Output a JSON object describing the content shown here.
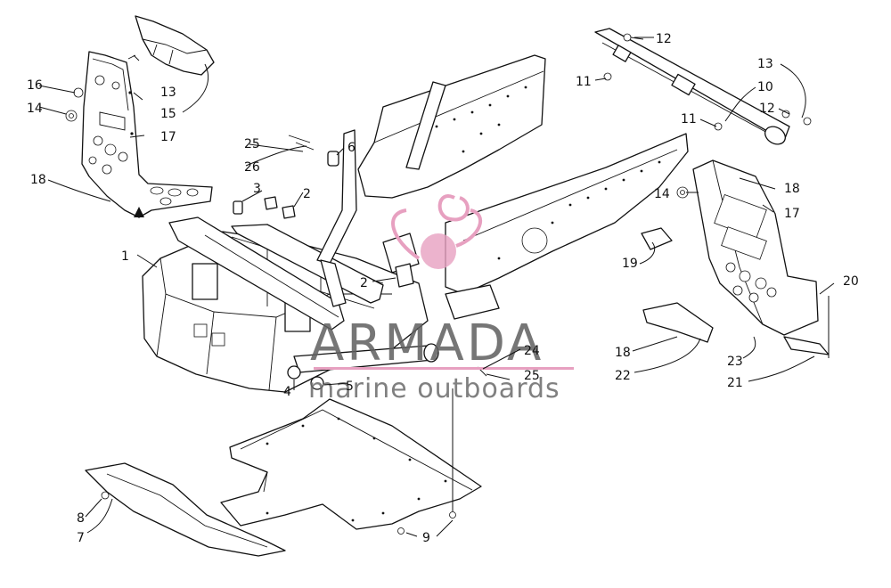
{
  "watermark": {
    "title": "ARMADA",
    "subtitle": "marine outboards",
    "accent_color": "#e7a0c0",
    "text_color": "#5f5f5f"
  },
  "callouts": [
    {
      "id": "c1",
      "text": "1"
    },
    {
      "id": "c2a",
      "text": "2"
    },
    {
      "id": "c2b",
      "text": "2"
    },
    {
      "id": "c3",
      "text": "3"
    },
    {
      "id": "c4",
      "text": "4"
    },
    {
      "id": "c5",
      "text": "5"
    },
    {
      "id": "c6",
      "text": "6"
    },
    {
      "id": "c7",
      "text": "7"
    },
    {
      "id": "c8",
      "text": "8"
    },
    {
      "id": "c9",
      "text": "9"
    },
    {
      "id": "c10",
      "text": "10"
    },
    {
      "id": "c11a",
      "text": "11"
    },
    {
      "id": "c11b",
      "text": "11"
    },
    {
      "id": "c12a",
      "text": "12"
    },
    {
      "id": "c12b",
      "text": "12"
    },
    {
      "id": "c13a",
      "text": "13"
    },
    {
      "id": "c13b",
      "text": "13"
    },
    {
      "id": "c14a",
      "text": "14"
    },
    {
      "id": "c14b",
      "text": "14"
    },
    {
      "id": "c15",
      "text": "15"
    },
    {
      "id": "c16",
      "text": "16"
    },
    {
      "id": "c17a",
      "text": "17"
    },
    {
      "id": "c17b",
      "text": "17"
    },
    {
      "id": "c18a",
      "text": "18"
    },
    {
      "id": "c18b",
      "text": "18"
    },
    {
      "id": "c18c",
      "text": "18"
    },
    {
      "id": "c19",
      "text": "19"
    },
    {
      "id": "c20",
      "text": "20"
    },
    {
      "id": "c21",
      "text": "21"
    },
    {
      "id": "c22",
      "text": "22"
    },
    {
      "id": "c23",
      "text": "23"
    },
    {
      "id": "c24",
      "text": "24"
    },
    {
      "id": "c25a",
      "text": "25"
    },
    {
      "id": "c25b",
      "text": "25"
    },
    {
      "id": "c26",
      "text": "26"
    }
  ]
}
